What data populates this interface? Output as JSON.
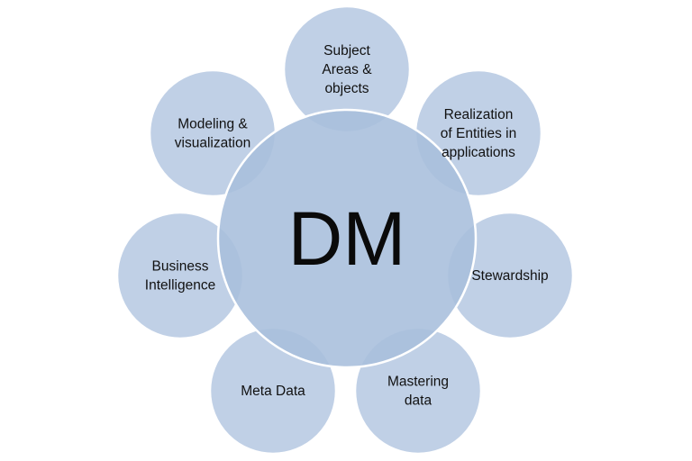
{
  "diagram": {
    "center_label": "DM",
    "colors": {
      "circle_fill": "#a7bedc",
      "overlap_fill": "#7f9cc8",
      "text": "#111111",
      "background": "#ffffff"
    },
    "nodes": [
      {
        "id": "subject-areas",
        "lines": [
          "Subject",
          "Areas &",
          "objects"
        ]
      },
      {
        "id": "realization",
        "lines": [
          "Realization",
          "of Entities in",
          "applications"
        ]
      },
      {
        "id": "stewardship",
        "lines": [
          "Stewardship"
        ]
      },
      {
        "id": "mastering-data",
        "lines": [
          "Mastering",
          "data"
        ]
      },
      {
        "id": "meta-data",
        "lines": [
          "Meta Data"
        ]
      },
      {
        "id": "business-intelligence",
        "lines": [
          "Business",
          "Intelligence"
        ]
      },
      {
        "id": "modeling-visualization",
        "lines": [
          "Modeling &",
          "visualization"
        ]
      }
    ]
  }
}
